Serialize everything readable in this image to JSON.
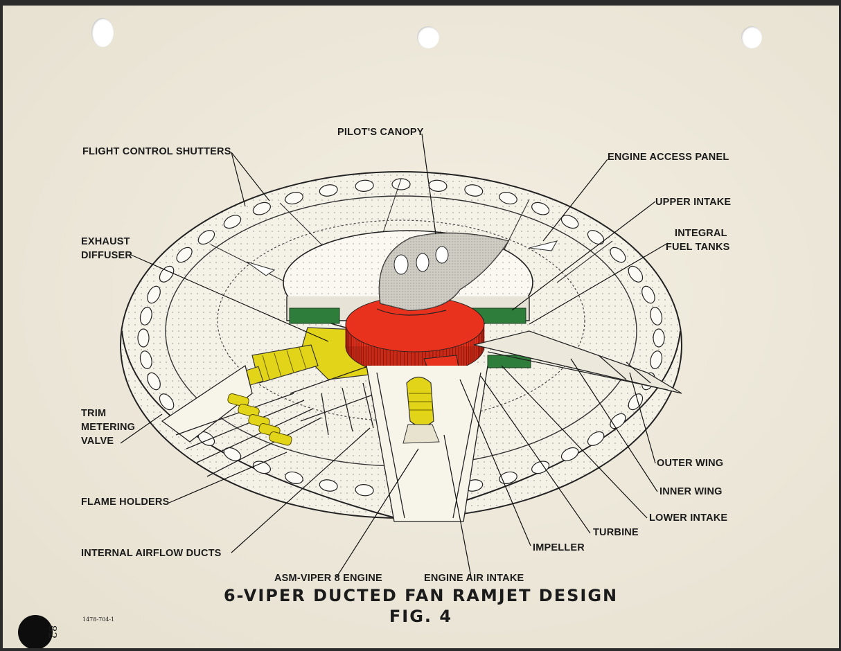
{
  "labels": {
    "pilots_canopy": "PILOT'S CANOPY",
    "flight_control_shutters": "FLIGHT CONTROL SHUTTERS",
    "engine_access_panel": "ENGINE ACCESS PANEL",
    "upper_intake": "UPPER INTAKE",
    "integral_fuel_tanks_1": "INTEGRAL",
    "integral_fuel_tanks_2": "FUEL TANKS",
    "exhaust_diffuser_1": "EXHAUST",
    "exhaust_diffuser_2": "DIFFUSER",
    "trim_metering_valve_1": "TRIM",
    "trim_metering_valve_2": "METERING",
    "trim_metering_valve_3": "VALVE",
    "flame_holders": "FLAME HOLDERS",
    "internal_airflow_ducts": "INTERNAL AIRFLOW DUCTS",
    "asm_viper_engine": "ASM-VIPER 8 ENGINE",
    "engine_air_intake": "ENGINE AIR INTAKE",
    "impeller": "IMPELLER",
    "turbine": "TURBINE",
    "lower_intake": "LOWER INTAKE",
    "inner_wing": "INNER WING",
    "outer_wing": "OUTER WING"
  },
  "title": "6-VIPER DUCTED FAN RAMJET DESIGN",
  "figure": "FIG. 4",
  "doc_number": "1478-704-1",
  "page_number": "82",
  "colors": {
    "paper": "#efe9d8",
    "fan": "#e8321e",
    "engine": "#e2d418",
    "fuel_tanks": "#2f7d3a",
    "structure": "#d9d6cc"
  }
}
